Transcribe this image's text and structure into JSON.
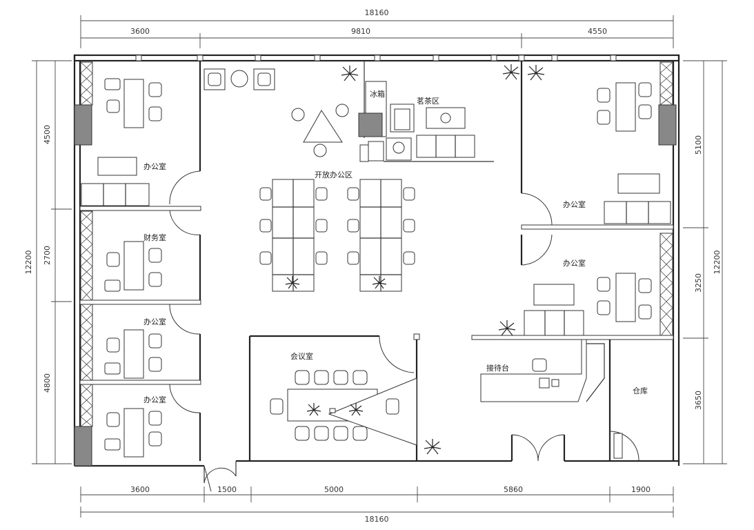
{
  "dimensions": {
    "top_total": "18160",
    "top_segments": [
      "3600",
      "9810",
      "4550"
    ],
    "bottom_total": "18160",
    "bottom_segments": [
      "3600",
      "1500",
      "5000",
      "5860",
      "1900"
    ],
    "left_total": "12200",
    "left_segments": [
      "4500",
      "2700",
      "4800"
    ],
    "right_total": "12200",
    "right_segments": [
      "5100",
      "3250",
      "3650"
    ]
  },
  "rooms": {
    "office_top_left": "办公室",
    "finance": "财务室",
    "office_mid_left": "办公室",
    "office_bottom_left": "办公室",
    "fridge": "冰箱",
    "tea_area": "茗茶区",
    "open_office": "开放办公区",
    "office_top_right": "办公室",
    "office_mid_right": "办公室",
    "meeting_room": "会议室",
    "reception": "接待台",
    "storage": "仓库"
  }
}
